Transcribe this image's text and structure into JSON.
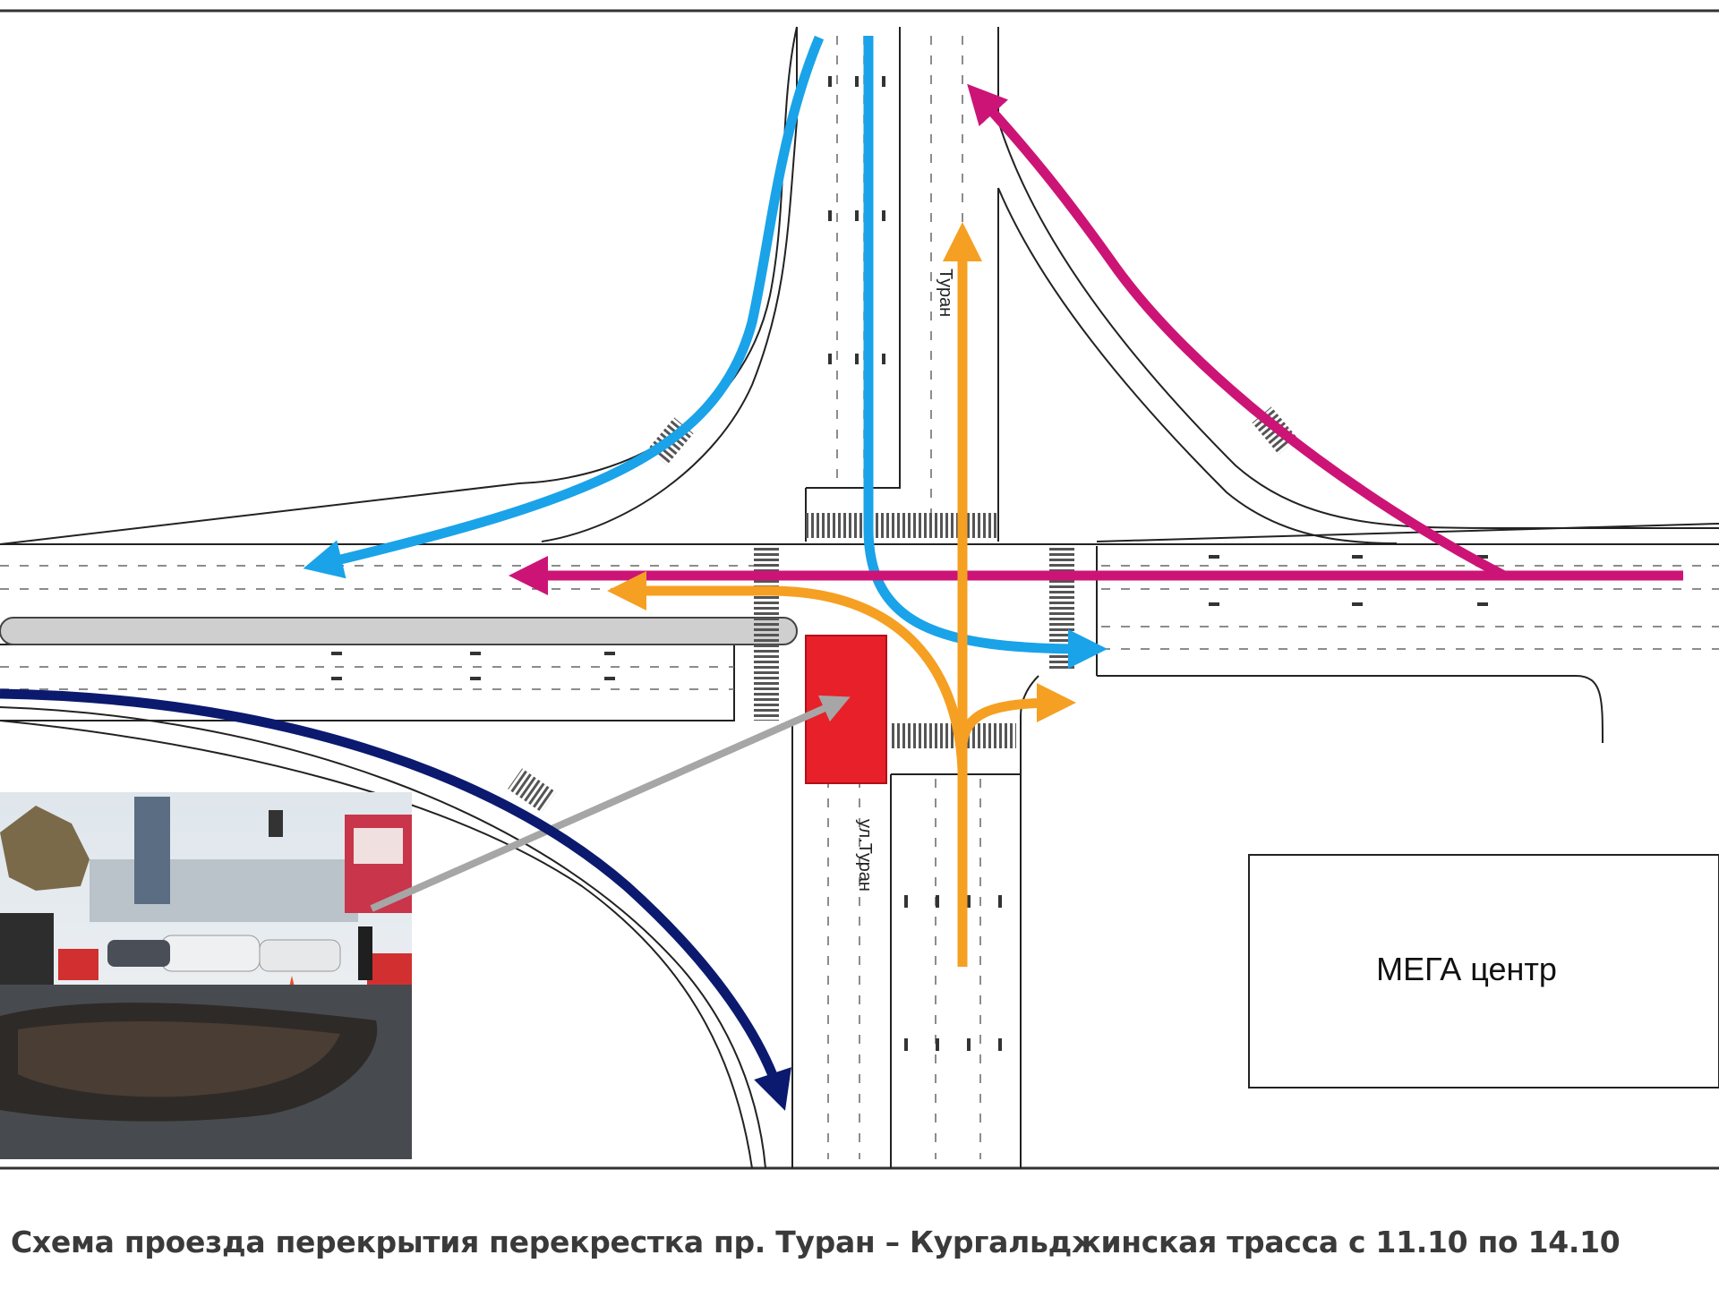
{
  "caption": "Схема проезда перекрытия перекрестка пр. Туран – Кургальджинская трасса с 11.10 по 14.10",
  "labels": {
    "mega_center": "МЕГА центр",
    "turan_street_south": "ул.Туран",
    "turan_north": "Туран"
  },
  "route_colors": {
    "light_blue": "#1aa3e8",
    "magenta": "#cc1477",
    "orange": "#f5a022",
    "dark_blue": "#0b1a6e",
    "gray_pointer": "#a6a6a6",
    "closure_red": "#e8202a"
  },
  "photo": {
    "icon": "excavation-photo"
  }
}
